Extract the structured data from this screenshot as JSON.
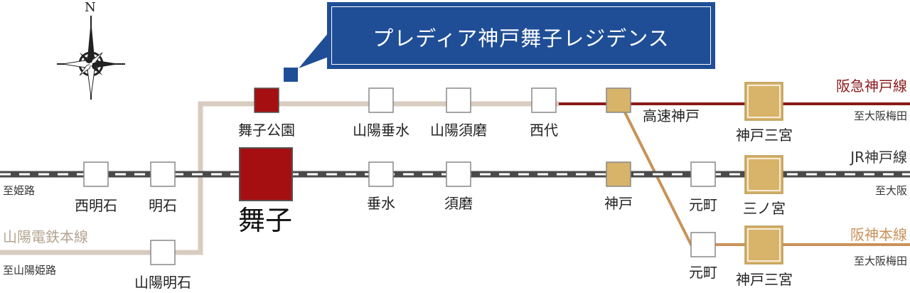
{
  "title": "プレディア神戸舞子レジデンス",
  "compass": {
    "north": "N"
  },
  "lines": {
    "hankyu": "阪急神戸線",
    "jr": "JR神戸線",
    "hanshin": "阪神本線",
    "sanyo": "山陽電鉄本線"
  },
  "directions": {
    "hankyu_to": "至大阪梅田",
    "jr_to": "至大阪",
    "hanshin_to": "至大阪梅田",
    "jr_from": "至姫路",
    "sanyo_from": "至山陽姫路"
  },
  "stations": {
    "maiko_koen": "舞子公園",
    "sanyo_tarumi": "山陽垂水",
    "sanyo_suma": "山陽須磨",
    "nishidai": "西代",
    "kosoku_kobe": "高速神戸",
    "kobe_sannomiya_hankyu": "神戸三宮",
    "nishi_akashi": "西明石",
    "akashi": "明石",
    "maiko": "舞子",
    "tarumi": "垂水",
    "suma": "須磨",
    "kobe": "神戸",
    "motomachi_jr": "元町",
    "sannomiya": "三ノ宮",
    "sanyo_akashi": "山陽明石",
    "motomachi_hanshin": "元町",
    "kobe_sannomiya_hanshin": "神戸三宮"
  },
  "colors": {
    "banner": "#1f4e96",
    "hankyu": "#8b1a1a",
    "jr": "#4a4a4a",
    "hanshin": "#c9925a",
    "sanyo": "#d8ccbf",
    "maiko": "#a50f12",
    "gold": "#d8b36a"
  }
}
